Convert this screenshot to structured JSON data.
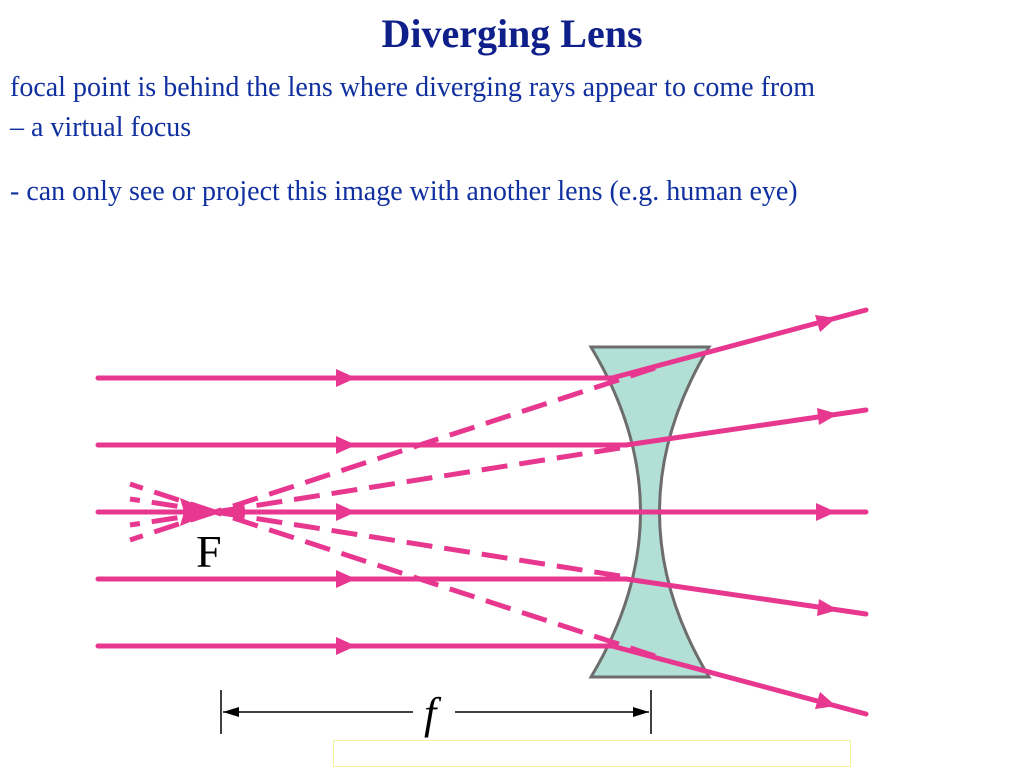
{
  "slide": {
    "title": "Diverging Lens",
    "text_line_1": "focal point is behind the lens where diverging rays appear to come from",
    "text_line_2": "– a virtual focus",
    "text_line_3": "- can only see or project this image with another lens (e.g. human eye)"
  },
  "diagram": {
    "focal_point_label": "F",
    "focal_length_label": "f",
    "colors": {
      "ray": "#e8378f",
      "lens_fill": "#b3e0d6",
      "lens_stroke": "#6d6d6d",
      "dimension_line": "#000000"
    }
  }
}
